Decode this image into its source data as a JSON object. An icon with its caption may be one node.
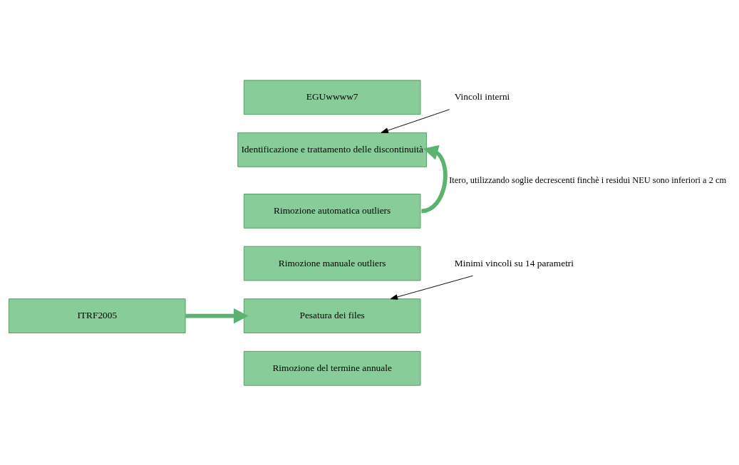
{
  "diagram": {
    "nodes": [
      {
        "text": [
          "EGUwwww7"
        ]
      },
      {
        "text": [
          "Identificazione e trattamento delle discontinuità"
        ]
      },
      {
        "text": [
          "Rimozione automatica outliers"
        ]
      },
      {
        "text": [
          "Rimozione manuale outliers"
        ]
      },
      {
        "text": [
          "Pesatura dei files"
        ]
      },
      {
        "text": [
          "Rimozione del termine annuale"
        ]
      },
      {
        "text": [
          "ITRF2005"
        ]
      },
      {
        "text": [
          "Vincoli interni"
        ]
      },
      {
        "text": [
          "Minimi vincoli su 14 parametri"
        ]
      }
    ],
    "edges": [
      {
        "from": 7,
        "to": 1,
        "arrow": "to"
      },
      {
        "from": 2,
        "to": 1,
        "arrow": "to",
        "style": "thick",
        "color": "#5cb370",
        "label": "Itero, utilizzando soglie decrescenti finchè i residui NEU sono inferiori a 2 cm"
      },
      {
        "from": 8,
        "to": 4,
        "arrow": "to"
      },
      {
        "from": 6,
        "to": 4,
        "arrow": "to",
        "style": "thick",
        "color": "#5cb370"
      }
    ]
  }
}
